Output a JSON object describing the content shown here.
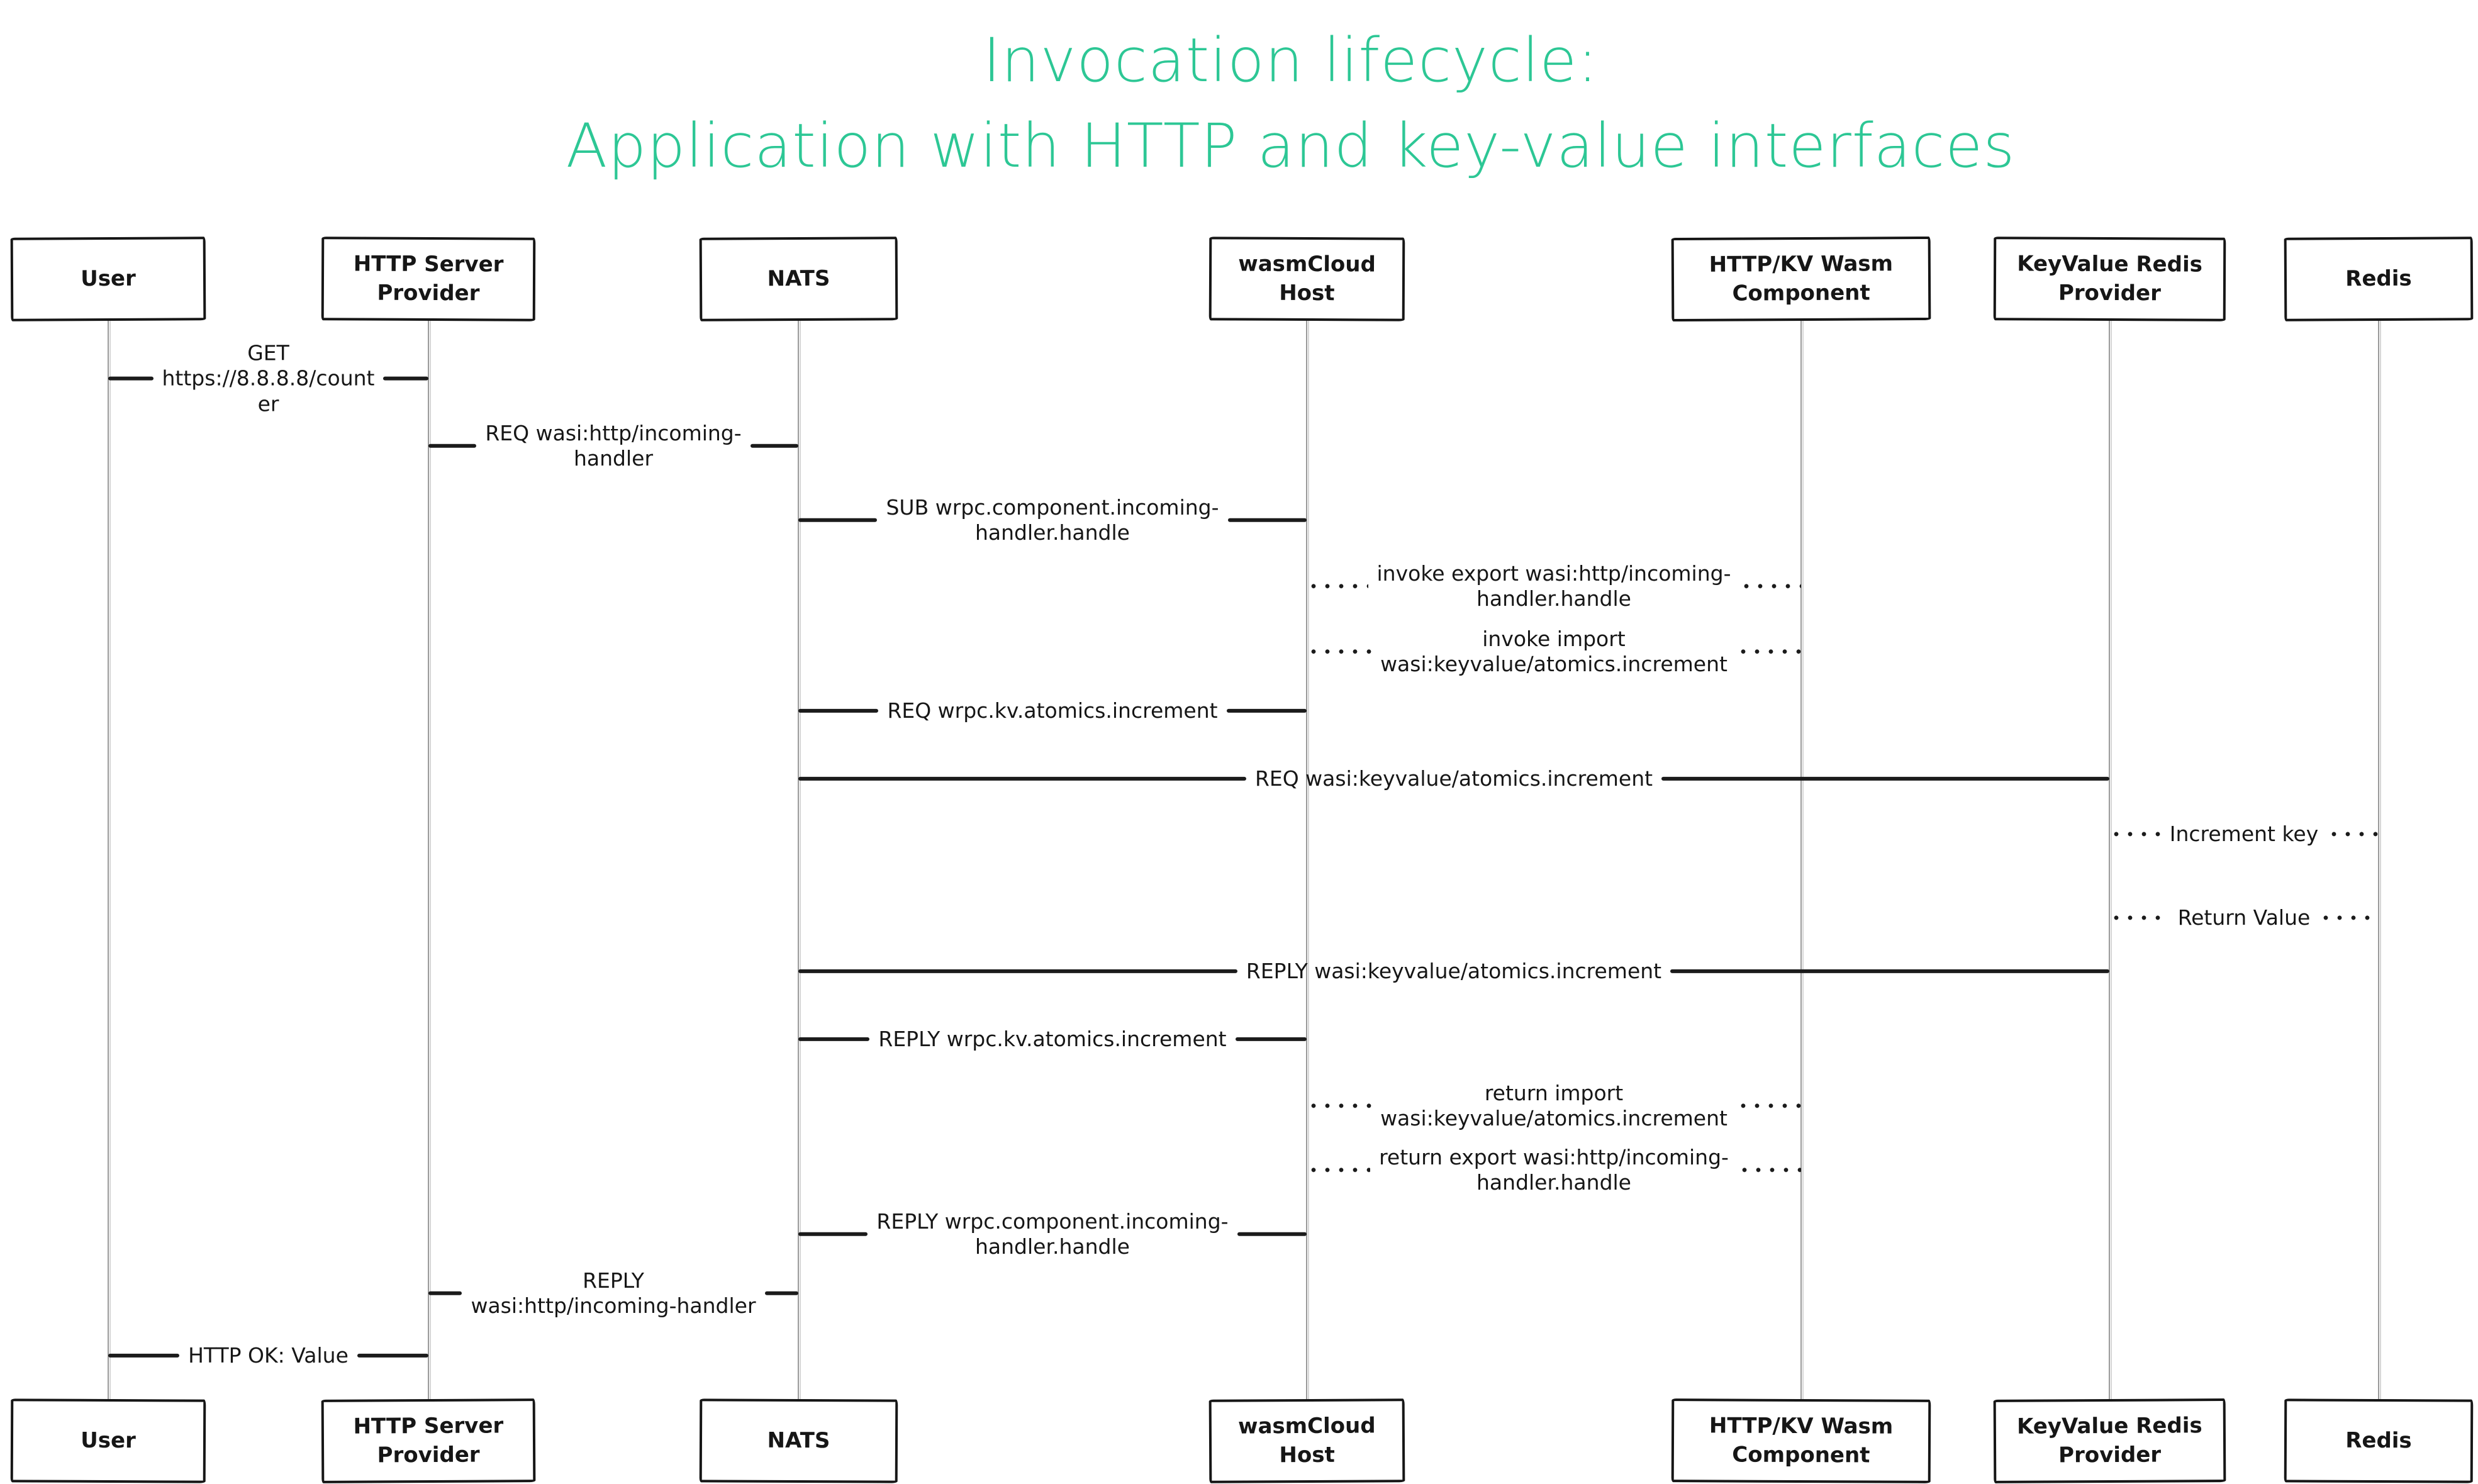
{
  "title": {
    "line1": "Invocation lifecycle:",
    "line2": "Application with HTTP and key-value interfaces"
  },
  "colors": {
    "title": "#2dc795",
    "message_line": "#1b1b1b",
    "lifeline": "#9a9a9a",
    "participant_border": "#161616",
    "background": "#ffffff"
  },
  "participants": [
    {
      "id": "user",
      "label": "User"
    },
    {
      "id": "http-server-provider",
      "label": "HTTP Server\nProvider"
    },
    {
      "id": "nats",
      "label": "NATS"
    },
    {
      "id": "wasmcloud-host",
      "label": "wasmCloud Host"
    },
    {
      "id": "http-kv-wasm-component",
      "label": "HTTP/KV Wasm\nComponent"
    },
    {
      "id": "keyvalue-redis-provider",
      "label": "KeyValue Redis\nProvider"
    },
    {
      "id": "redis",
      "label": "Redis"
    }
  ],
  "messages": [
    {
      "id": "http-get-counter",
      "from": "user",
      "to": "http-server-provider",
      "line": "solid",
      "label": "GET\nhttps://8.8.8.8/count\ner"
    },
    {
      "id": "req-wasi-http-incoming-handler",
      "from": "http-server-provider",
      "to": "nats",
      "line": "solid",
      "label": "REQ wasi:http/incoming-\nhandler"
    },
    {
      "id": "sub-wrpc-component-incoming-handler-handle",
      "from": "nats",
      "to": "wasmcloud-host",
      "line": "solid",
      "label": "SUB wrpc.component.incoming-\nhandler.handle"
    },
    {
      "id": "invoke-export-wasi-http-incoming-handler-handle",
      "from": "wasmcloud-host",
      "to": "http-kv-wasm-component",
      "line": "dotted",
      "label": "invoke export wasi:http/incoming-\nhandler.handle"
    },
    {
      "id": "invoke-import-wasi-keyvalue-atomics-increment",
      "from": "http-kv-wasm-component",
      "to": "wasmcloud-host",
      "line": "dotted",
      "label": "invoke import\nwasi:keyvalue/atomics.increment"
    },
    {
      "id": "req-wrpc-kv-atomics-increment",
      "from": "wasmcloud-host",
      "to": "nats",
      "line": "solid",
      "label": "REQ wrpc.kv.atomics.increment"
    },
    {
      "id": "req-wasi-keyvalue-atomics-increment",
      "from": "nats",
      "to": "keyvalue-redis-provider",
      "line": "solid",
      "label": "REQ wasi:keyvalue/atomics.increment"
    },
    {
      "id": "increment-key",
      "from": "keyvalue-redis-provider",
      "to": "redis",
      "line": "dotted",
      "label": "Increment key"
    },
    {
      "id": "return-value",
      "from": "redis",
      "to": "keyvalue-redis-provider",
      "line": "dotted",
      "label": "Return Value"
    },
    {
      "id": "reply-wasi-keyvalue-atomics-increment",
      "from": "keyvalue-redis-provider",
      "to": "nats",
      "line": "solid",
      "label": "REPLY wasi:keyvalue/atomics.increment"
    },
    {
      "id": "reply-wrpc-kv-atomics-increment",
      "from": "nats",
      "to": "wasmcloud-host",
      "line": "solid",
      "label": "REPLY wrpc.kv.atomics.increment"
    },
    {
      "id": "return-import-wasi-keyvalue-atomics-increment",
      "from": "wasmcloud-host",
      "to": "http-kv-wasm-component",
      "line": "dotted",
      "label": "return import\nwasi:keyvalue/atomics.increment"
    },
    {
      "id": "return-export-wasi-http-incoming-handler-handle",
      "from": "http-kv-wasm-component",
      "to": "wasmcloud-host",
      "line": "dotted",
      "label": "return export wasi:http/incoming-\nhandler.handle"
    },
    {
      "id": "reply-wrpc-component-incoming-handler-handle",
      "from": "wasmcloud-host",
      "to": "nats",
      "line": "solid",
      "label": "REPLY wrpc.component.incoming-\nhandler.handle"
    },
    {
      "id": "reply-wasi-http-incoming-handler",
      "from": "nats",
      "to": "http-server-provider",
      "line": "solid",
      "label": "REPLY\nwasi:http/incoming-handler"
    },
    {
      "id": "http-ok-value",
      "from": "http-server-provider",
      "to": "user",
      "line": "solid",
      "label": "HTTP OK: Value"
    }
  ]
}
